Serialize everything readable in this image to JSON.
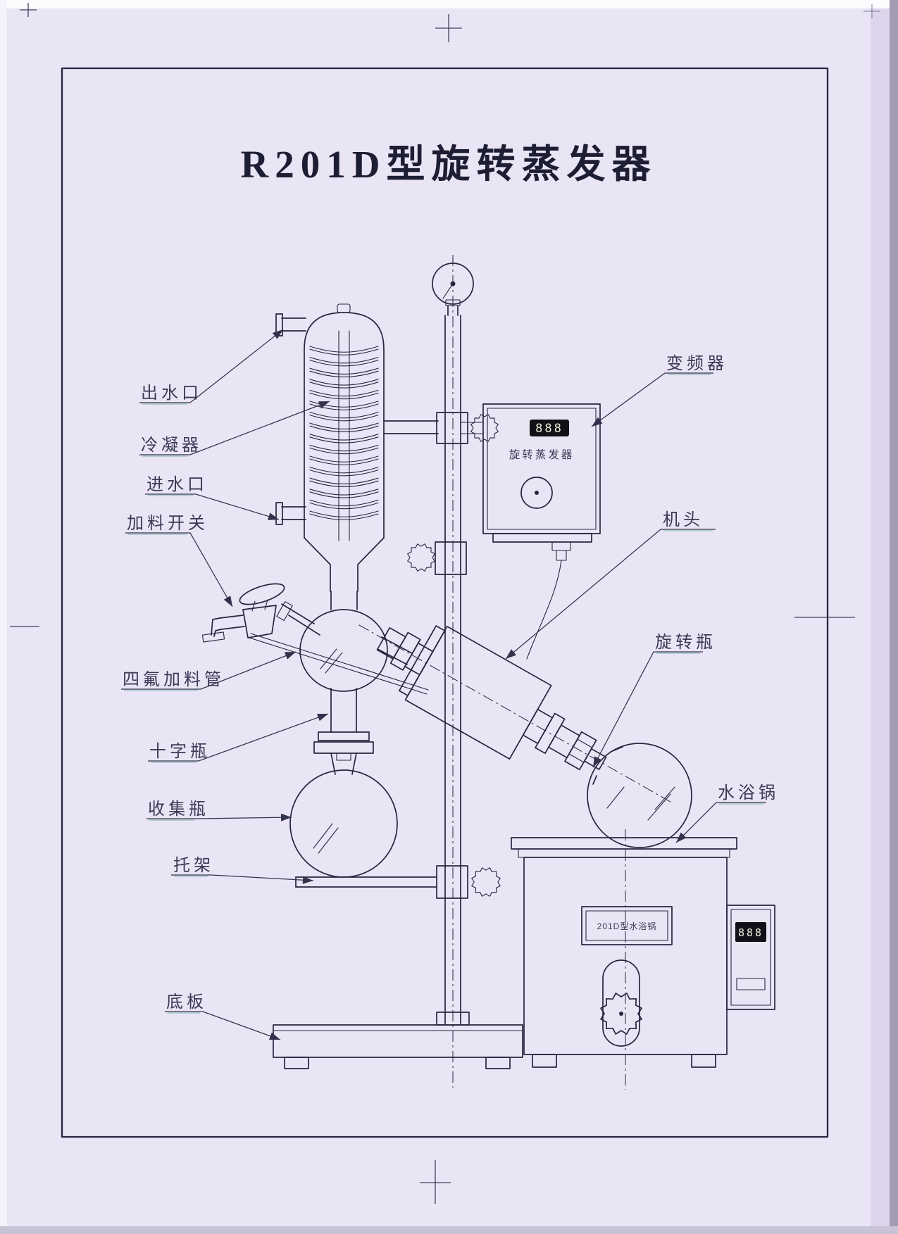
{
  "page": {
    "title": "R201D型旋转蒸发器"
  },
  "labels": {
    "outlet": "出水口",
    "condenser": "冷凝器",
    "inlet": "进水口",
    "feed_switch": "加料开关",
    "ptfe_feed_tube": "四氟加料管",
    "cross_bottle": "十字瓶",
    "collect_flask": "收集瓶",
    "bracket": "托架",
    "base_plate": "底板",
    "inverter": "变频器",
    "head": "机头",
    "rotary_flask": "旋转瓶",
    "water_bath": "水浴锅"
  },
  "control_box": {
    "display_value": "888",
    "device_name": "旋转蒸发器"
  },
  "water_bath_unit": {
    "plate_text": "201D型水浴锅",
    "display_value": "888"
  },
  "colors": {
    "paper": "#e9e5f4",
    "ink": "#262640",
    "ink-dark": "#1d1d33",
    "leader": "#32324c",
    "fringe": "#4da58c",
    "display-bg": "#101016"
  }
}
